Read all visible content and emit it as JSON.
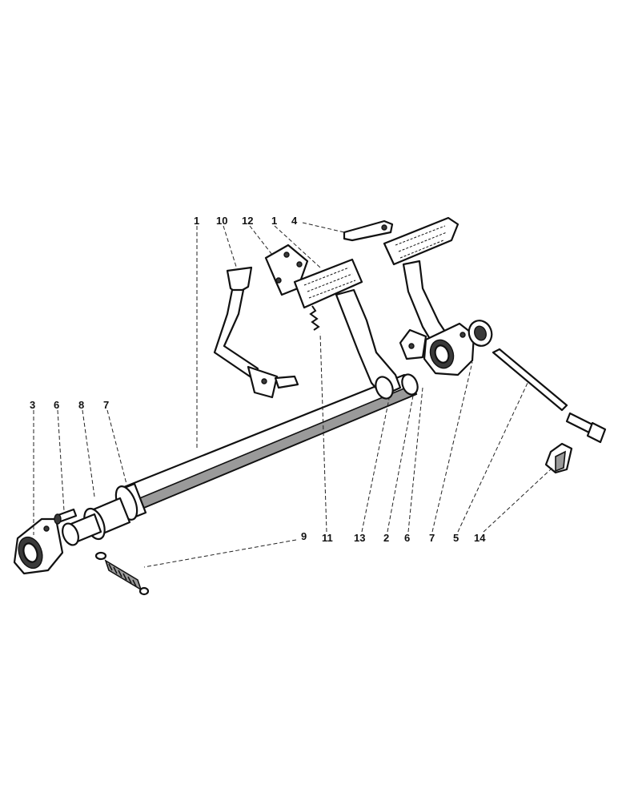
{
  "callouts": {
    "top_1a": "1",
    "top_10": "10",
    "top_12": "12",
    "top_1b": "1",
    "top_4": "4",
    "left_3": "3",
    "left_6": "6",
    "left_8": "8",
    "left_7": "7",
    "bottom_9": "9",
    "bottom_11": "11",
    "bottom_13": "13",
    "bottom_2": "2",
    "bottom_6": "6",
    "bottom_7": "7",
    "bottom_5": "5",
    "bottom_14": "14"
  }
}
